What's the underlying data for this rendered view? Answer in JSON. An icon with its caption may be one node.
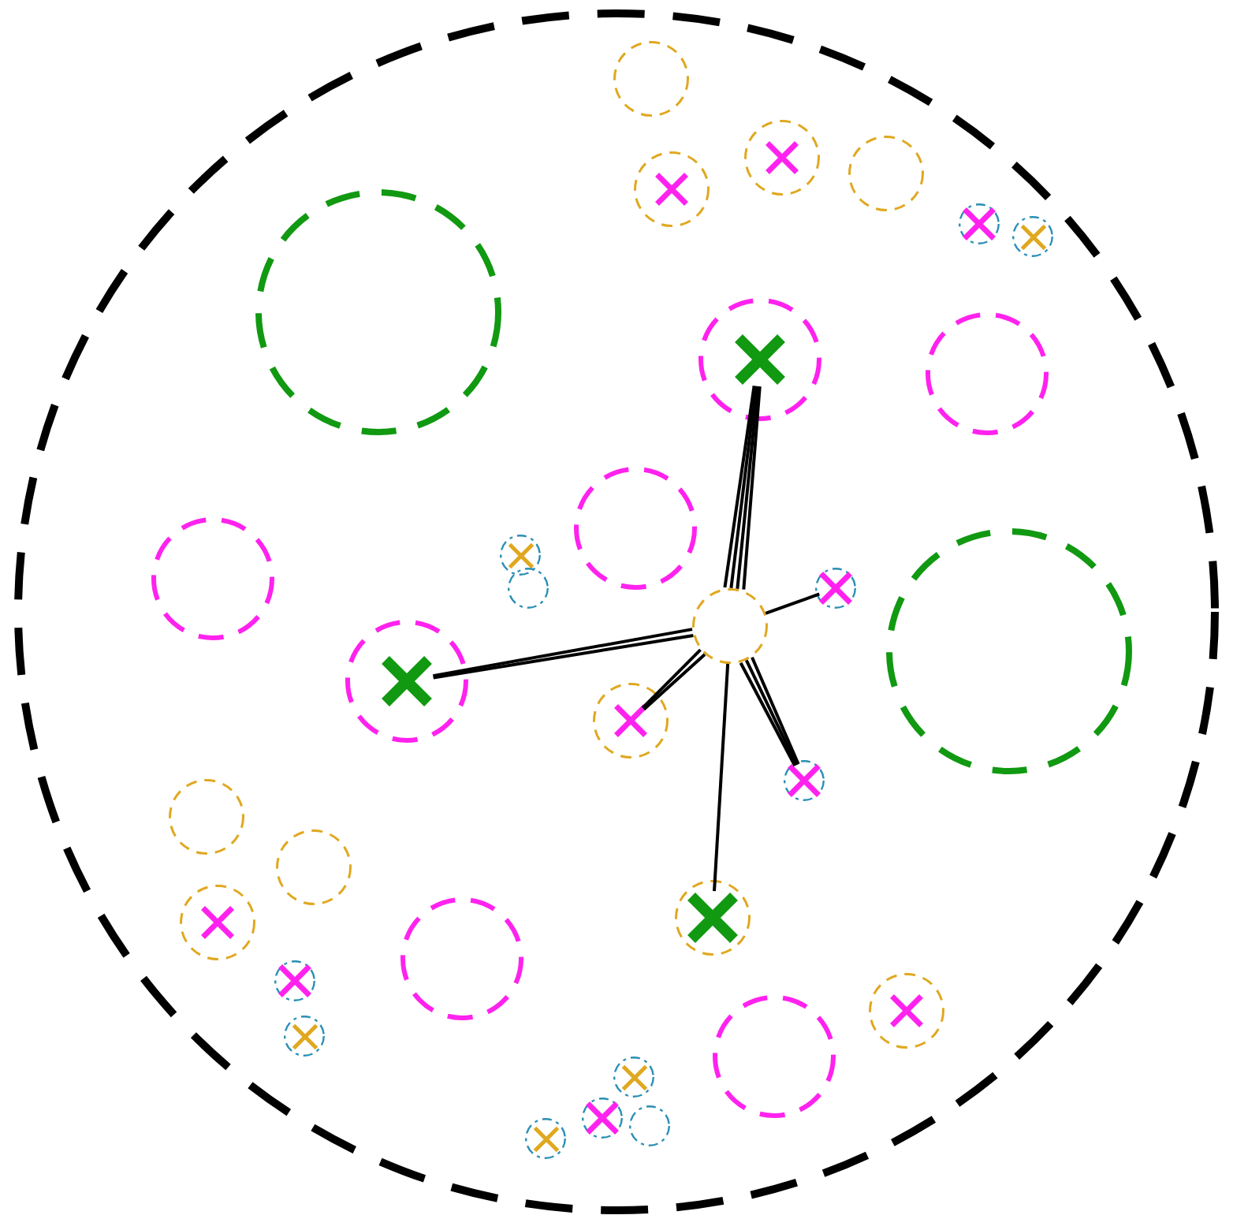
{
  "diagram": {
    "nodes": [
      {
        "text": [],
        "shape": "circle"
      },
      {
        "text": [],
        "shape": "circle",
        "in": 0
      },
      {
        "text": [],
        "shape": "circle",
        "in": 0
      },
      {
        "text": [],
        "shape": "cross",
        "in": 2
      },
      {
        "text": [],
        "shape": "circle",
        "in": 0
      },
      {
        "text": [],
        "shape": "cross",
        "in": 4
      },
      {
        "text": [],
        "shape": "circle",
        "in": 0
      },
      {
        "text": [],
        "shape": "circle",
        "in": 0
      },
      {
        "text": [],
        "shape": "cross",
        "in": 7
      },
      {
        "text": [],
        "shape": "circle",
        "in": 0
      },
      {
        "text": [],
        "shape": "cross",
        "in": 9
      },
      {
        "text": [],
        "shape": "circle",
        "in": 0
      },
      {
        "text": [],
        "shape": "circle",
        "in": 0
      },
      {
        "text": [],
        "shape": "cross",
        "in": 12
      },
      {
        "text": [],
        "shape": "circle",
        "in": 0
      },
      {
        "text": [],
        "shape": "circle",
        "in": 0
      },
      {
        "text": [],
        "shape": "circle",
        "in": 0
      },
      {
        "text": [],
        "shape": "cross",
        "in": 16
      },
      {
        "text": [],
        "shape": "circle",
        "in": 0
      },
      {
        "text": [],
        "shape": "circle",
        "in": 0
      },
      {
        "text": [],
        "shape": "cross",
        "in": 19
      },
      {
        "text": [],
        "shape": "circle",
        "in": 0
      },
      {
        "text": [],
        "shape": "circle",
        "in": 0
      },
      {
        "text": [],
        "shape": "circle",
        "in": 0
      },
      {
        "text": [],
        "shape": "cross",
        "in": 23
      },
      {
        "text": [],
        "shape": "circle",
        "in": 0
      },
      {
        "text": [],
        "shape": "circle",
        "in": 0
      },
      {
        "text": [],
        "shape": "cross",
        "in": 26
      },
      {
        "text": [],
        "shape": "circle",
        "in": 0
      },
      {
        "text": [],
        "shape": "cross",
        "in": 28
      },
      {
        "text": [],
        "shape": "circle",
        "in": 0
      },
      {
        "text": [],
        "shape": "circle",
        "in": 0
      },
      {
        "text": [],
        "shape": "circle",
        "in": 0
      },
      {
        "text": [],
        "shape": "cross",
        "in": 32
      },
      {
        "text": [],
        "shape": "circle",
        "in": 0
      },
      {
        "text": [],
        "shape": "cross",
        "in": 34
      },
      {
        "text": [],
        "shape": "circle",
        "in": 0
      },
      {
        "text": [],
        "shape": "circle",
        "in": 0
      },
      {
        "text": [],
        "shape": "cross",
        "in": 37
      },
      {
        "text": [],
        "shape": "circle",
        "in": 0
      },
      {
        "text": [],
        "shape": "cross",
        "in": 39
      },
      {
        "text": [],
        "shape": "circle",
        "in": 0
      },
      {
        "text": [],
        "shape": "cross",
        "in": 41
      },
      {
        "text": [],
        "shape": "circle",
        "in": 0
      },
      {
        "text": [],
        "shape": "circle",
        "in": 0
      },
      {
        "text": [],
        "shape": "cross",
        "in": 44
      },
      {
        "text": [],
        "shape": "circle",
        "in": 0
      },
      {
        "text": [],
        "shape": "cross",
        "in": 46
      },
      {
        "text": [],
        "shape": "circle",
        "in": 0
      },
      {
        "text": [],
        "shape": "circle",
        "in": 0
      },
      {
        "text": [],
        "shape": "cross",
        "in": 49
      }
    ],
    "edges": [
      {
        "from": 22,
        "to": 13,
        "arrow": "none"
      },
      {
        "from": 22,
        "to": 13,
        "arrow": "none"
      },
      {
        "from": 22,
        "to": 13,
        "arrow": "none"
      },
      {
        "from": 22,
        "to": 13,
        "arrow": "none"
      },
      {
        "from": 22,
        "to": 24,
        "arrow": "none"
      },
      {
        "from": 22,
        "to": 24,
        "arrow": "none"
      },
      {
        "from": 22,
        "to": 27,
        "arrow": "none"
      },
      {
        "from": 22,
        "to": 27,
        "arrow": "none"
      },
      {
        "from": 22,
        "to": 20,
        "arrow": "none"
      },
      {
        "from": 22,
        "to": 29,
        "arrow": "none"
      },
      {
        "from": 22,
        "to": 29,
        "arrow": "none"
      },
      {
        "from": 22,
        "to": 29,
        "arrow": "none"
      },
      {
        "from": 22,
        "to": 35,
        "arrow": "none"
      }
    ]
  }
}
